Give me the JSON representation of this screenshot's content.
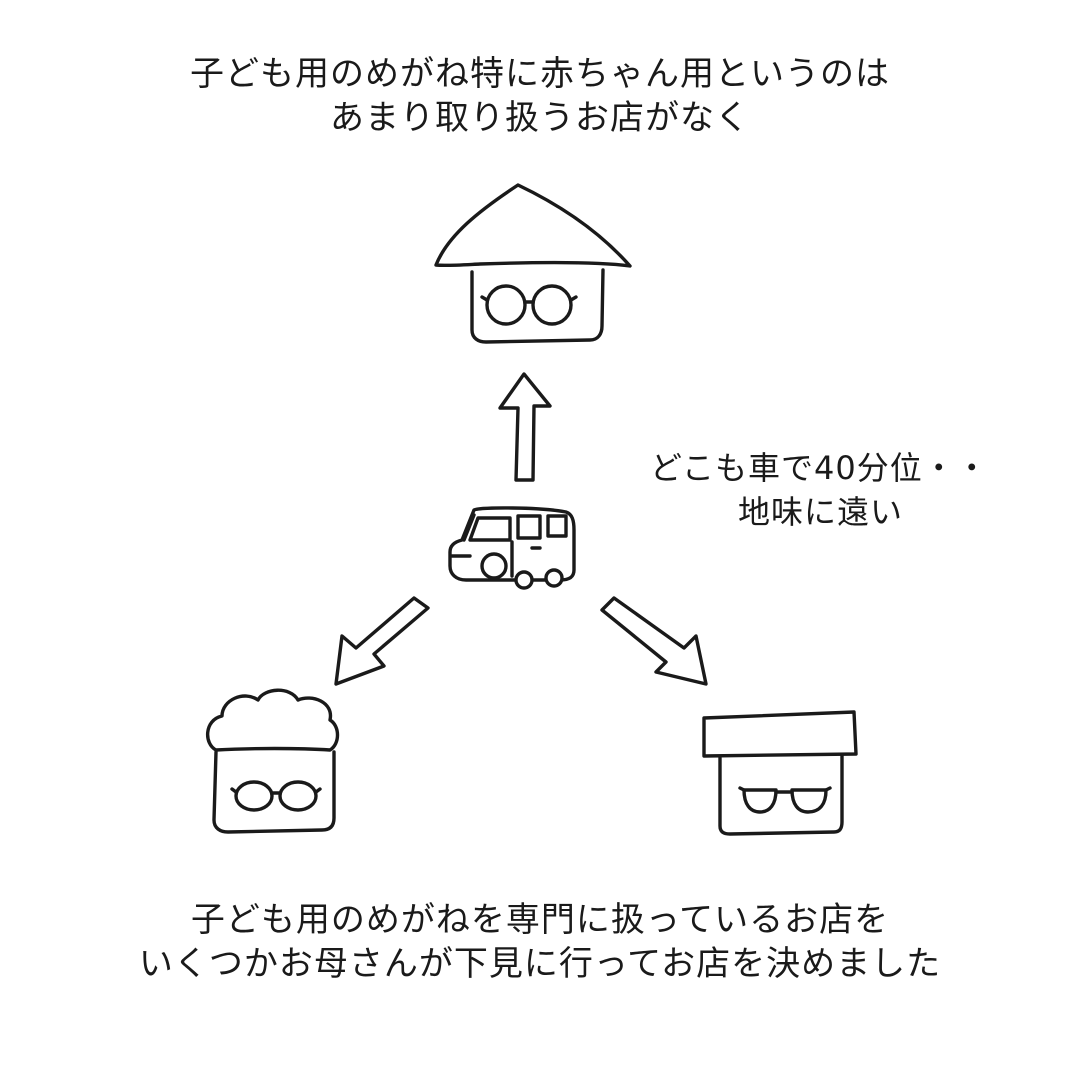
{
  "top_caption": {
    "line1": "子ども用のめがね特に赤ちゃん用というのは",
    "line2": "あまり取り扱うお店がなく"
  },
  "side_note": {
    "line1": "どこも車で40分位・・",
    "line2": "地味に遠い"
  },
  "bottom_caption": {
    "line1": "子ども用のめがねを専門に扱っているお店を",
    "line2": "いくつかお母さんが下見に行ってお店を決めました"
  },
  "colors": {
    "background": "#ffffff",
    "ink": "#1a1a1a"
  },
  "icons": [
    "shop-triangle-roof-icon",
    "shop-cloud-roof-icon",
    "shop-flat-roof-icon",
    "car-icon",
    "arrow-up-icon",
    "arrow-down-left-icon",
    "arrow-down-right-icon",
    "glasses-icon"
  ]
}
